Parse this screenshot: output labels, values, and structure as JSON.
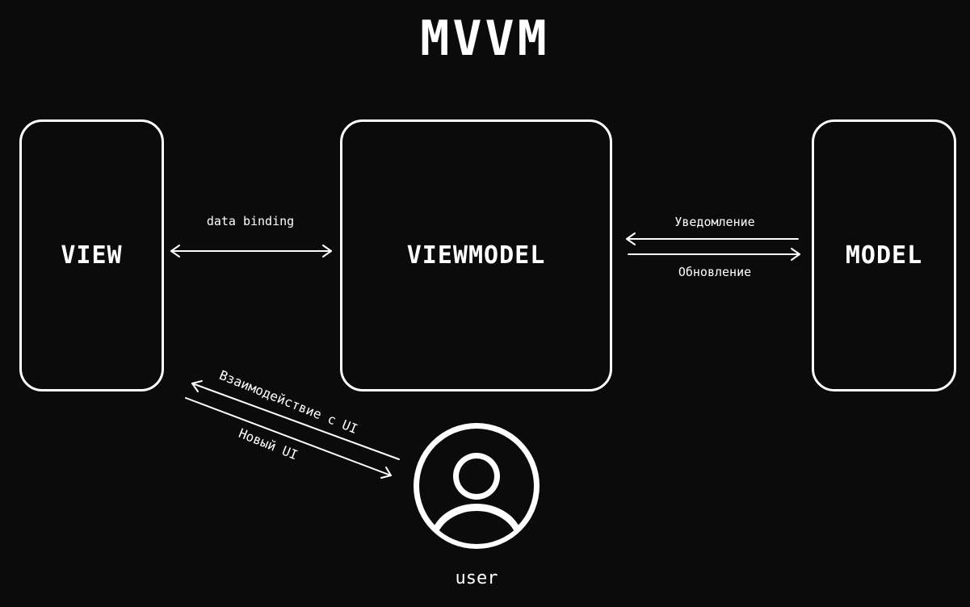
{
  "title": "MVVM",
  "boxes": {
    "view": "VIEW",
    "viewmodel": "VIEWMODEL",
    "model": "MODEL"
  },
  "connections": {
    "view_viewmodel": "data binding",
    "model_to_viewmodel": "Уведомление",
    "viewmodel_to_model": "Обновление",
    "user_to_view": "Взаимодействие с UI",
    "view_to_user": "Новый UI"
  },
  "user": {
    "label": "user",
    "icon": "user-icon"
  },
  "colors": {
    "background": "#0b0b0b",
    "foreground": "#ffffff"
  }
}
